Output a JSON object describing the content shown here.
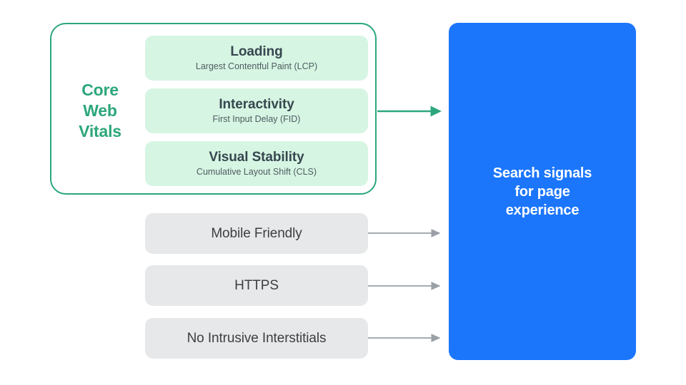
{
  "diagram": {
    "title_group": {
      "label_lines": [
        "Core",
        "Web",
        "Vitals"
      ],
      "color": "#2CA77B"
    },
    "vitals": [
      {
        "name": "loading",
        "title": "Loading",
        "subtitle": "Largest Contentful Paint (LCP)"
      },
      {
        "name": "interactivity",
        "title": "Interactivity",
        "subtitle": "First Input Delay (FID)"
      },
      {
        "name": "visual-stability",
        "title": "Visual Stability",
        "subtitle": "Cumulative Layout Shift (CLS)"
      }
    ],
    "signals": [
      {
        "name": "mobile-friendly",
        "label": "Mobile Friendly"
      },
      {
        "name": "https",
        "label": "HTTPS"
      },
      {
        "name": "no-intrusive-interstitials",
        "label": "No Intrusive Interstitials"
      }
    ],
    "outcome": {
      "label": "Search signals\nfor page\nexperience",
      "color": "#1B76FC",
      "text_color": "#FFFFFF"
    },
    "arrows": [
      {
        "name": "arrow-core-web-vitals",
        "color": "#2CA77B"
      },
      {
        "name": "arrow-mobile-friendly",
        "color": "#9AA0A6"
      },
      {
        "name": "arrow-https",
        "color": "#9AA0A6"
      },
      {
        "name": "arrow-no-intrusive-interstitials",
        "color": "#9AA0A6"
      }
    ],
    "colors": {
      "vital_card_bg": "#D6F5E3",
      "signal_card_bg": "#E7E8E9",
      "group_border": "#2CA77B",
      "vital_title_text": "#37474F",
      "vital_sub_text": "#4E5B61",
      "signal_text": "#3C4043",
      "canvas_bg": "#FFFFFF"
    }
  }
}
